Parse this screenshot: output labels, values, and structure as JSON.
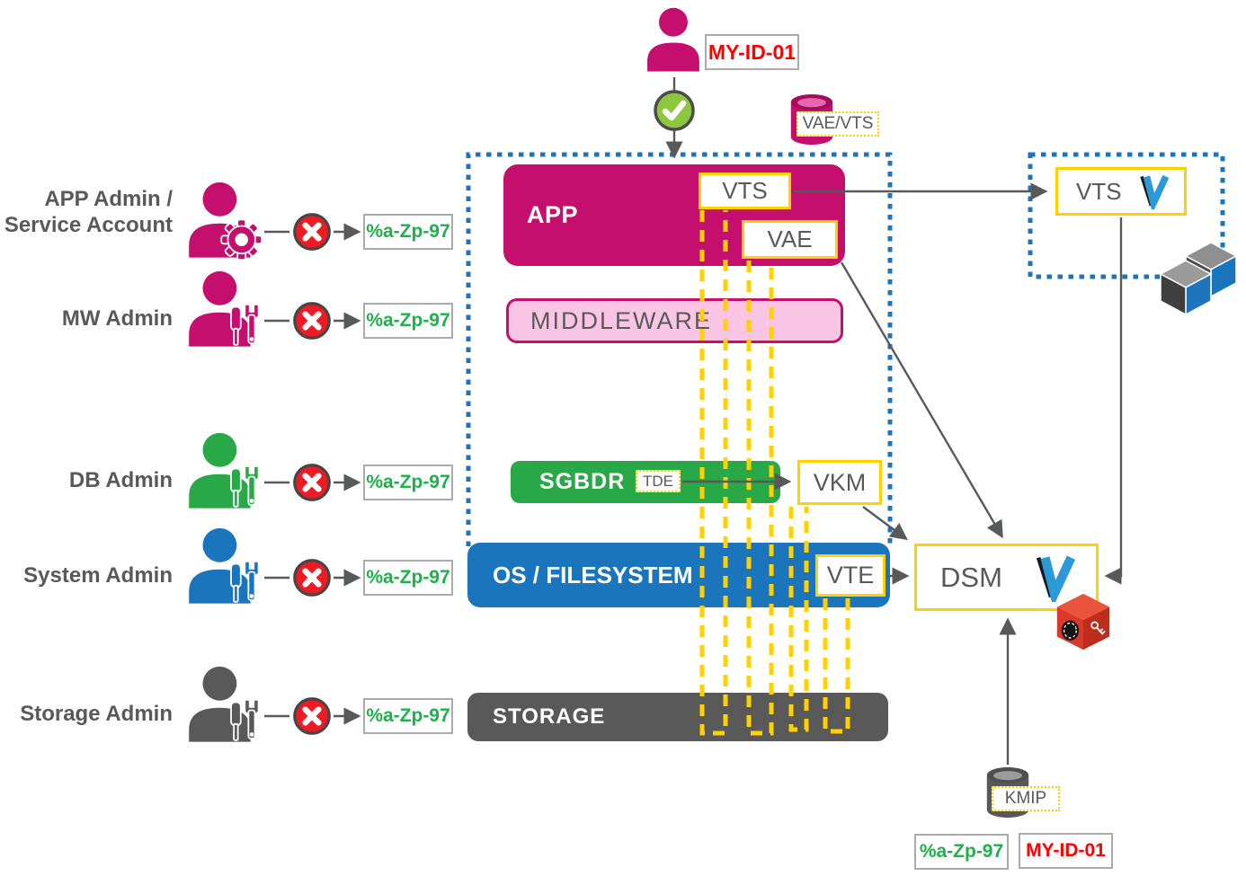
{
  "top_user": {
    "id": "MY-ID-01",
    "datastore_label": "VAE/VTS"
  },
  "admins": [
    {
      "line1": "APP Admin /",
      "line2": "Service Account",
      "badge": "%a-Zp-97"
    },
    {
      "line1": "MW Admin",
      "line2": "",
      "badge": "%a-Zp-97"
    },
    {
      "line1": "DB Admin",
      "line2": "",
      "badge": "%a-Zp-97"
    },
    {
      "line1": "System Admin",
      "line2": "",
      "badge": "%a-Zp-97"
    },
    {
      "line1": "Storage Admin",
      "line2": "",
      "badge": "%a-Zp-97"
    }
  ],
  "layers": {
    "app": "APP",
    "middleware": "MIDDLEWARE",
    "sgbdr": "SGBDR",
    "os": "OS  /  FILESYSTEM",
    "storage": "STORAGE"
  },
  "agents": {
    "vts": "VTS",
    "vae": "VAE",
    "tde": "TDE",
    "vkm": "VKM",
    "vte": "VTE"
  },
  "right": {
    "vts": "VTS",
    "dsm": "DSM",
    "kmip": "KMIP",
    "policy_badge": "%a-Zp-97",
    "identity_badge": "MY-ID-01"
  },
  "colors": {
    "magenta": "#C50F6E",
    "light_pink": "#FAC4E4",
    "green": "#29A847",
    "blue": "#1B75BC",
    "dark_gray": "#595959",
    "yellow": "#FFD100",
    "denied_red": "#ED1C24",
    "allowed_green": "#8DC63F",
    "badge_green_text": "#1FAF4B",
    "badge_red_text": "#FF0000"
  }
}
